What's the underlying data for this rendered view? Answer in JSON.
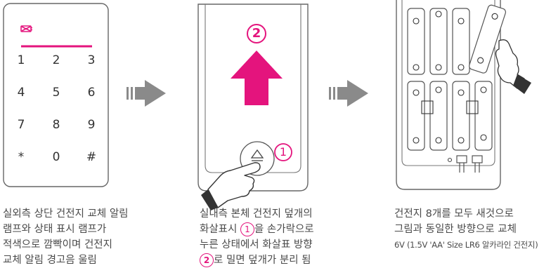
{
  "keypad": {
    "alarm_icon": "battery-alarm-icon",
    "keys": [
      "1",
      "2",
      "3",
      "4",
      "5",
      "6",
      "7",
      "8",
      "9",
      "*",
      "0",
      "#"
    ]
  },
  "step2": {
    "badge_top": "2",
    "badge_bottom": "1"
  },
  "captions": {
    "step1": [
      "실외측 상단 건전지 교체 알림",
      "램프와 상태 표시 램프가",
      "적색으로 깜빡이며 건전지",
      "교체 알림 경고음 울림"
    ],
    "step2": {
      "line1": "실내측 본체 건전지 덮개의",
      "line2_pre": "화살표시 ",
      "line2_badge": "1",
      "line2_post": "을 손가락으로",
      "line3": "누른 상태에서 화살표 방향",
      "line4_badge": "2",
      "line4_post": "로 밀면 덮개가 분리 됨"
    },
    "step3": [
      "건전지 8개를 모두 새것으로",
      "그림과 동일한 방향으로 교체",
      "6V (1.5V 'AA' Size LR6 알카라인 건전지)"
    ]
  },
  "colors": {
    "accent": "#e4147d",
    "outline": "#555555",
    "arrow_gray": "#8a8a8a"
  }
}
